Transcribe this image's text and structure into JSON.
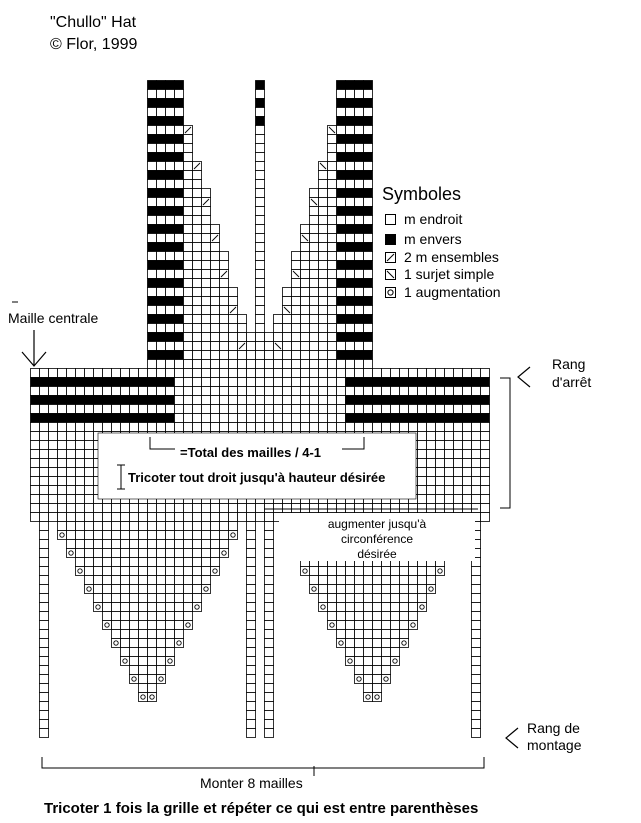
{
  "title": {
    "line1": "\"Chullo\" Hat",
    "line2": "© Flor, 1999"
  },
  "legend": {
    "title": "Symboles",
    "items": [
      {
        "symbol": "knit-symbol",
        "label": "m endroit"
      },
      {
        "symbol": "purl-symbol",
        "label": "m envers"
      },
      {
        "symbol": "k2tog-symbol",
        "label": "2 m ensembles"
      },
      {
        "symbol": "skp-symbol",
        "label": "1 surjet simple"
      },
      {
        "symbol": "increase-symbol",
        "label": "1 augmentation"
      }
    ]
  },
  "annotations": {
    "maille_centrale": "Maille centrale",
    "rang_arret_1": "Rang",
    "rang_arret_2": "d'arrêt",
    "rang_montage_1": "Rang de",
    "rang_montage_2": "montage",
    "total": "=Total des mailles / 4-1",
    "tricoter_droit": "Tricoter tout droit jusqu'à hauteur désirée",
    "augmenter_1": "augmenter jusqu'à",
    "augmenter_2": "circonférence",
    "augmenter_3": "désirée",
    "monter": "Monter 8 mailles"
  },
  "footer": "Tricoter 1 fois la grille et répéter ce qui est entre parenthèses",
  "colors": {
    "grid": "#000000",
    "purl": "#000000",
    "background": "#ffffff"
  }
}
